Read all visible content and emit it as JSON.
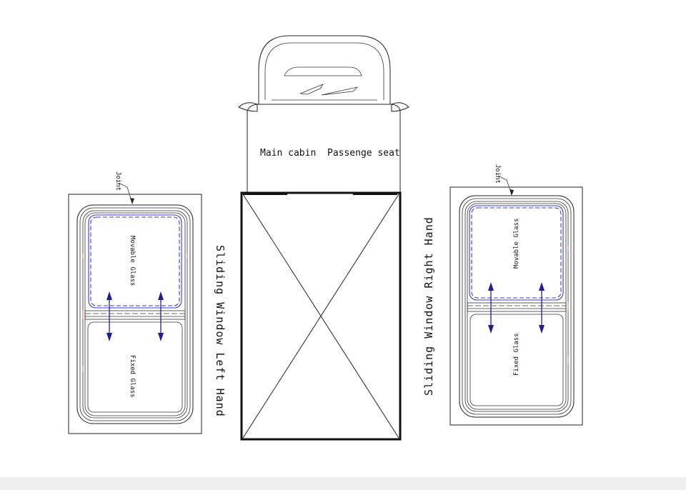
{
  "labels": {
    "main_cabin": "Main cabin",
    "passenger_seat": "Passenge seat",
    "left_title": "Sliding Window Left Hand",
    "right_title": "Sliding Window Right Hand",
    "joint": "Joint",
    "movable_glass": "Movable Glass",
    "fixed_glass": "Fixed Glass"
  },
  "colors": {
    "outline": "#222222",
    "movable_glass_outline": "#3b3bd0",
    "arrow": "#1f1f8f",
    "seal_marks": "#e08a8a"
  }
}
